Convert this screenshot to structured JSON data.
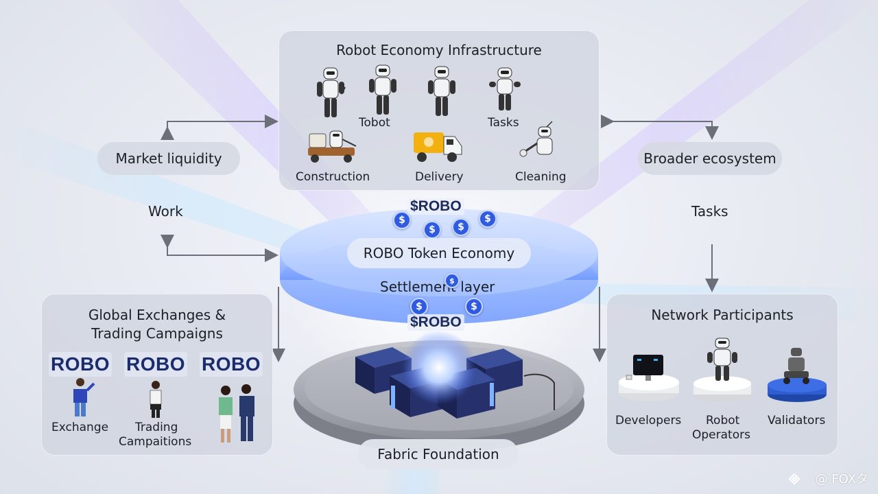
{
  "infrastructure": {
    "title": "Robot Economy Infrastructure",
    "labels": [
      "Tobot",
      "Tasks",
      "Construction",
      "Delivery",
      "Cleaning"
    ]
  },
  "left": {
    "market_liquidity": "Market liquidity",
    "work": "Work"
  },
  "right": {
    "broader_ecosystem": "Broader ecosystem",
    "tasks": "Tasks"
  },
  "center": {
    "token_top": "$ROBO",
    "token_economy": "ROBO Token Economy",
    "settlement": "Settlement layer",
    "token_bottom": "$ROBO",
    "foundation": "Fabric Foundation"
  },
  "exchanges": {
    "title_line1": "Global Exchanges &",
    "title_line2": "Trading Campaigns",
    "badges": [
      "ROBO",
      "ROBO",
      "ROBO"
    ],
    "label_exchange": "Exchange",
    "label_trading_line1": "Trading",
    "label_trading_line2": "Campaitions"
  },
  "participants": {
    "title": "Network Participants",
    "label_developers": "Developers",
    "label_operators_line1": "Robot",
    "label_operators_line2": "Operators",
    "label_validators": "Validators"
  },
  "watermark": "@ FOXタ",
  "colors": {
    "accent": "#2e5be0",
    "text": "#1c1f26",
    "brand_dark": "#1a2c6e"
  }
}
